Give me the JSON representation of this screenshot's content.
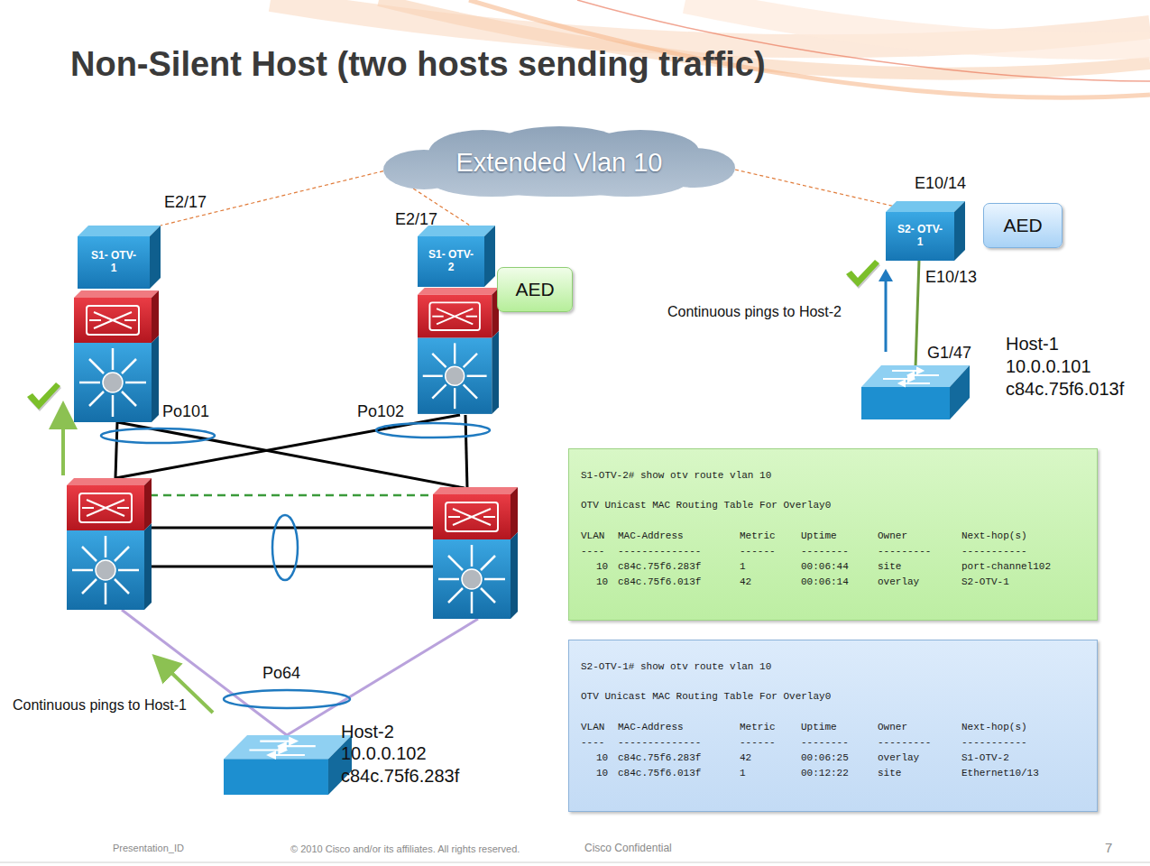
{
  "diagram": {
    "title": "Non-Silent Host (two hosts sending traffic)",
    "nodes": [
      {
        "text": [
          "Extended Vlan 10"
        ]
      },
      {
        "text": [
          "S1- OTV-1"
        ]
      },
      {
        "text": [
          "S1- OTV-2"
        ]
      },
      {
        "text": [
          "AED"
        ]
      },
      {
        "text": [
          "S2- OTV-1"
        ]
      },
      {
        "text": [
          "AED"
        ]
      },
      {
        "text": [
          "Host-1",
          "10.0.0.101",
          "c84c.75f6.013f"
        ]
      },
      {
        "text": [
          "Host-2",
          "10.0.0.102",
          "c84c.75f6.283f"
        ]
      },
      {
        "text": [
          "S1-OTV-2# show otv route vlan 10",
          "OTV Unicast MAC Routing Table For Overlay0",
          "VLAN",
          "MAC-Address",
          "Metric",
          "Uptime",
          "Owner",
          "Next-hop(s)",
          "----",
          "--------------",
          "------",
          "--------",
          "---------",
          "-----------",
          "10",
          "c84c.75f6.283f",
          "1",
          "00:06:44",
          "site",
          "port-channel102",
          "10",
          "c84c.75f6.013f",
          "42",
          "00:06:14",
          "overlay",
          "S2-OTV-1"
        ]
      },
      {
        "text": [
          "S2-OTV-1# show otv route vlan 10",
          "OTV Unicast MAC Routing Table For Overlay0",
          "VLAN",
          "MAC-Address",
          "Metric",
          "Uptime",
          "Owner",
          "Next-hop(s)",
          "----",
          "--------------",
          "------",
          "--------",
          "---------",
          "-----------",
          "10",
          "c84c.75f6.283f",
          "42",
          "00:06:25",
          "overlay",
          "S1-OTV-2",
          "10",
          "c84c.75f6.013f",
          "1",
          "00:12:22",
          "site",
          "Ethernet10/13"
        ]
      }
    ],
    "edges": [
      {
        "from": 0,
        "to": 1,
        "arrow": "none"
      },
      {
        "from": 0,
        "to": 2,
        "arrow": "none"
      },
      {
        "from": 0,
        "to": 4,
        "arrow": "none"
      },
      {
        "from": 4,
        "to": 6,
        "arrow": "none"
      }
    ],
    "labels": [
      "E2/17",
      "E2/17",
      "E10/14",
      "E10/13",
      "G1/47",
      "Po101",
      "Po102",
      "Po64",
      "Continuous pings to Host-2",
      "Continuous pings to Host-1",
      "Presentation_ID",
      "© 2010 Cisco and/or its affiliates. All rights reserved.",
      "Cisco Confidential",
      "7"
    ]
  }
}
